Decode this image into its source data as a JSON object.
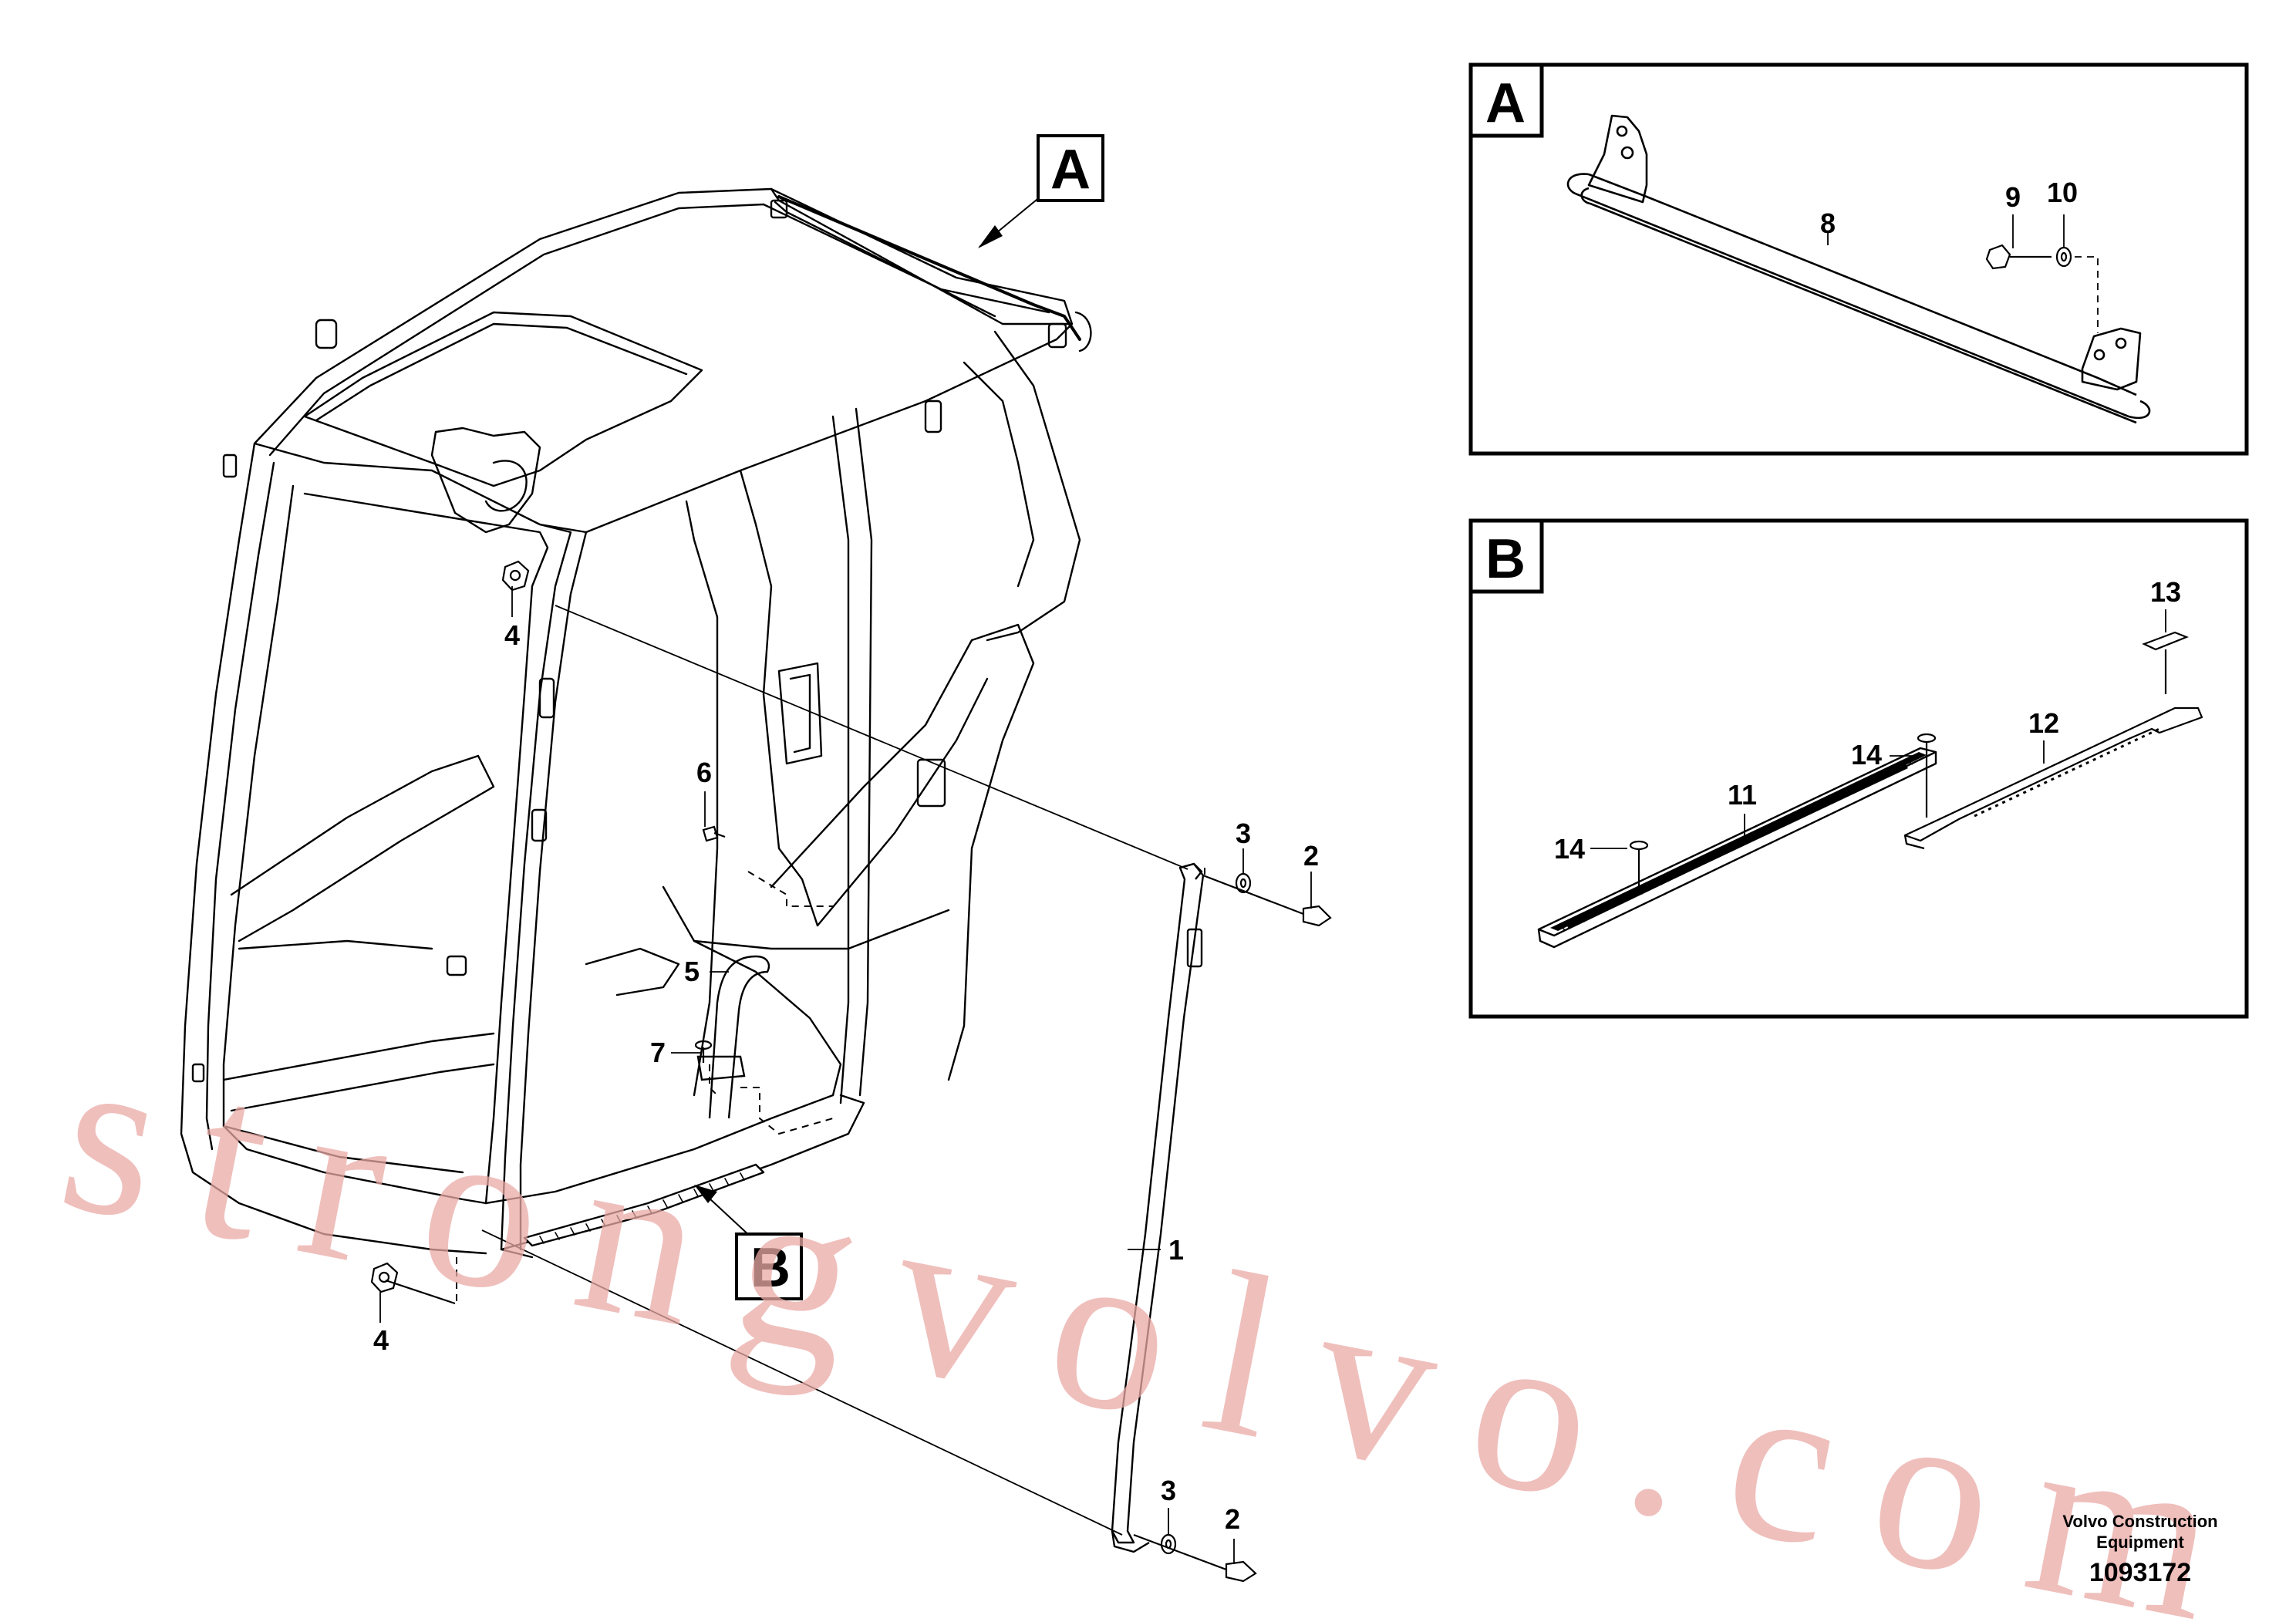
{
  "callouts": {
    "c1": "1",
    "c2_top": "2",
    "c2_bottom": "2",
    "c3_top": "3",
    "c3_bottom": "3",
    "c4_top": "4",
    "c4_bottom": "4",
    "c5": "5",
    "c6": "6",
    "c7": "7",
    "c8": "8",
    "c9": "9",
    "c10": "10",
    "c11": "11",
    "c12": "12",
    "c13": "13",
    "c14_left": "14",
    "c14_right": "14"
  },
  "view_markers": {
    "main_a": "A",
    "main_b": "B",
    "panel_a": "A",
    "panel_b": "B"
  },
  "watermark": "strongvolvo.com",
  "footer": {
    "company_line1": "Volvo Construction",
    "company_line2": "Equipment",
    "doc_number": "1093172"
  }
}
